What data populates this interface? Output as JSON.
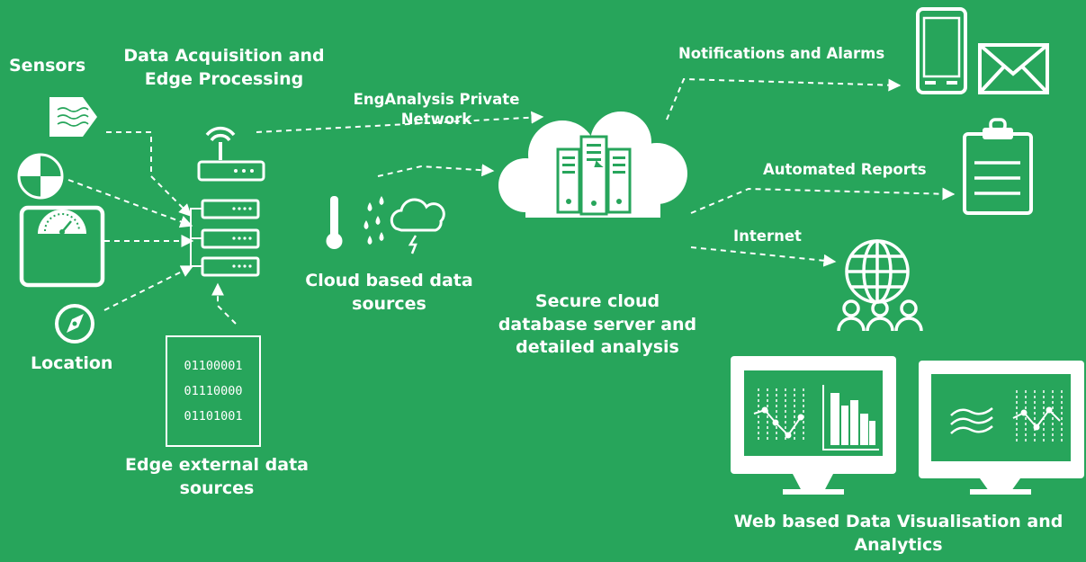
{
  "labels": {
    "sensors": "Sensors",
    "acquisition_line1": "Data Acquisition and",
    "acquisition_line2": "Edge Processing",
    "location": "Location",
    "edge_external_line1": "Edge external data",
    "edge_external_line2": "sources",
    "private_network_line1": "EngAnalysis Private",
    "private_network_line2": "Network",
    "cloud_sources_line1": "Cloud based data",
    "cloud_sources_line2": "sources",
    "secure_line1": "Secure cloud",
    "secure_line2": "database server and",
    "secure_line3": "detailed analysis",
    "notifications": "Notifications and Alarms",
    "automated_reports": "Automated Reports",
    "internet": "Internet",
    "web_line1": "Web based Data Visualisation and",
    "web_line2": "Analytics"
  },
  "binary": [
    "01100001",
    "01110000",
    "01101001"
  ],
  "colors": {
    "background": "#27a55b",
    "foreground": "#ffffff"
  },
  "icons": [
    "sensor-wave-icon",
    "gauge-dial-icon",
    "weighing-scale-icon",
    "compass-icon",
    "router-icon",
    "server-stack-icon",
    "thermometer-icon",
    "rain-drops-icon",
    "storm-cloud-icon",
    "cloud-server-icon",
    "mobile-phone-icon",
    "envelope-icon",
    "clipboard-icon",
    "globe-people-icon",
    "monitor-chart-icon",
    "monitor-waves-icon"
  ]
}
